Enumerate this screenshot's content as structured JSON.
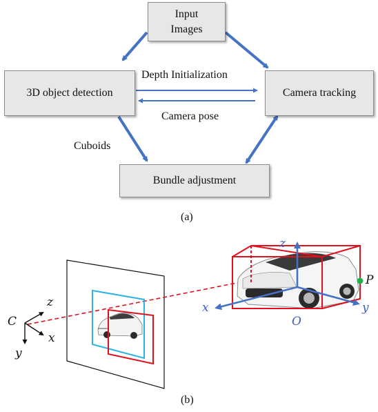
{
  "diagram_a": {
    "nodes": {
      "input_images": "Input\nImages",
      "object_detection": "3D object detection",
      "camera_tracking": "Camera tracking",
      "bundle_adjustment": "Bundle adjustment"
    },
    "edge_labels": {
      "depth_initialization": "Depth Initialization",
      "camera_pose": "Camera pose",
      "cuboids": "Cuboids"
    },
    "caption": "(a)"
  },
  "diagram_b": {
    "labels": {
      "C": "C",
      "z_cam": "z",
      "x_cam": "x",
      "y_cam": "y",
      "z_obj": "z",
      "x_obj": "x",
      "y_obj": "y",
      "O": "O",
      "P": "P"
    },
    "caption": "(b)"
  },
  "colors": {
    "arrow_blue": "#4472c4",
    "box_fill": "#e7e7e7",
    "bbox_red": "#e0101c",
    "bbox_cyan": "#2ab3e6",
    "axis_label_blue": "#3b5cc4",
    "point_green": "#22b04b"
  }
}
